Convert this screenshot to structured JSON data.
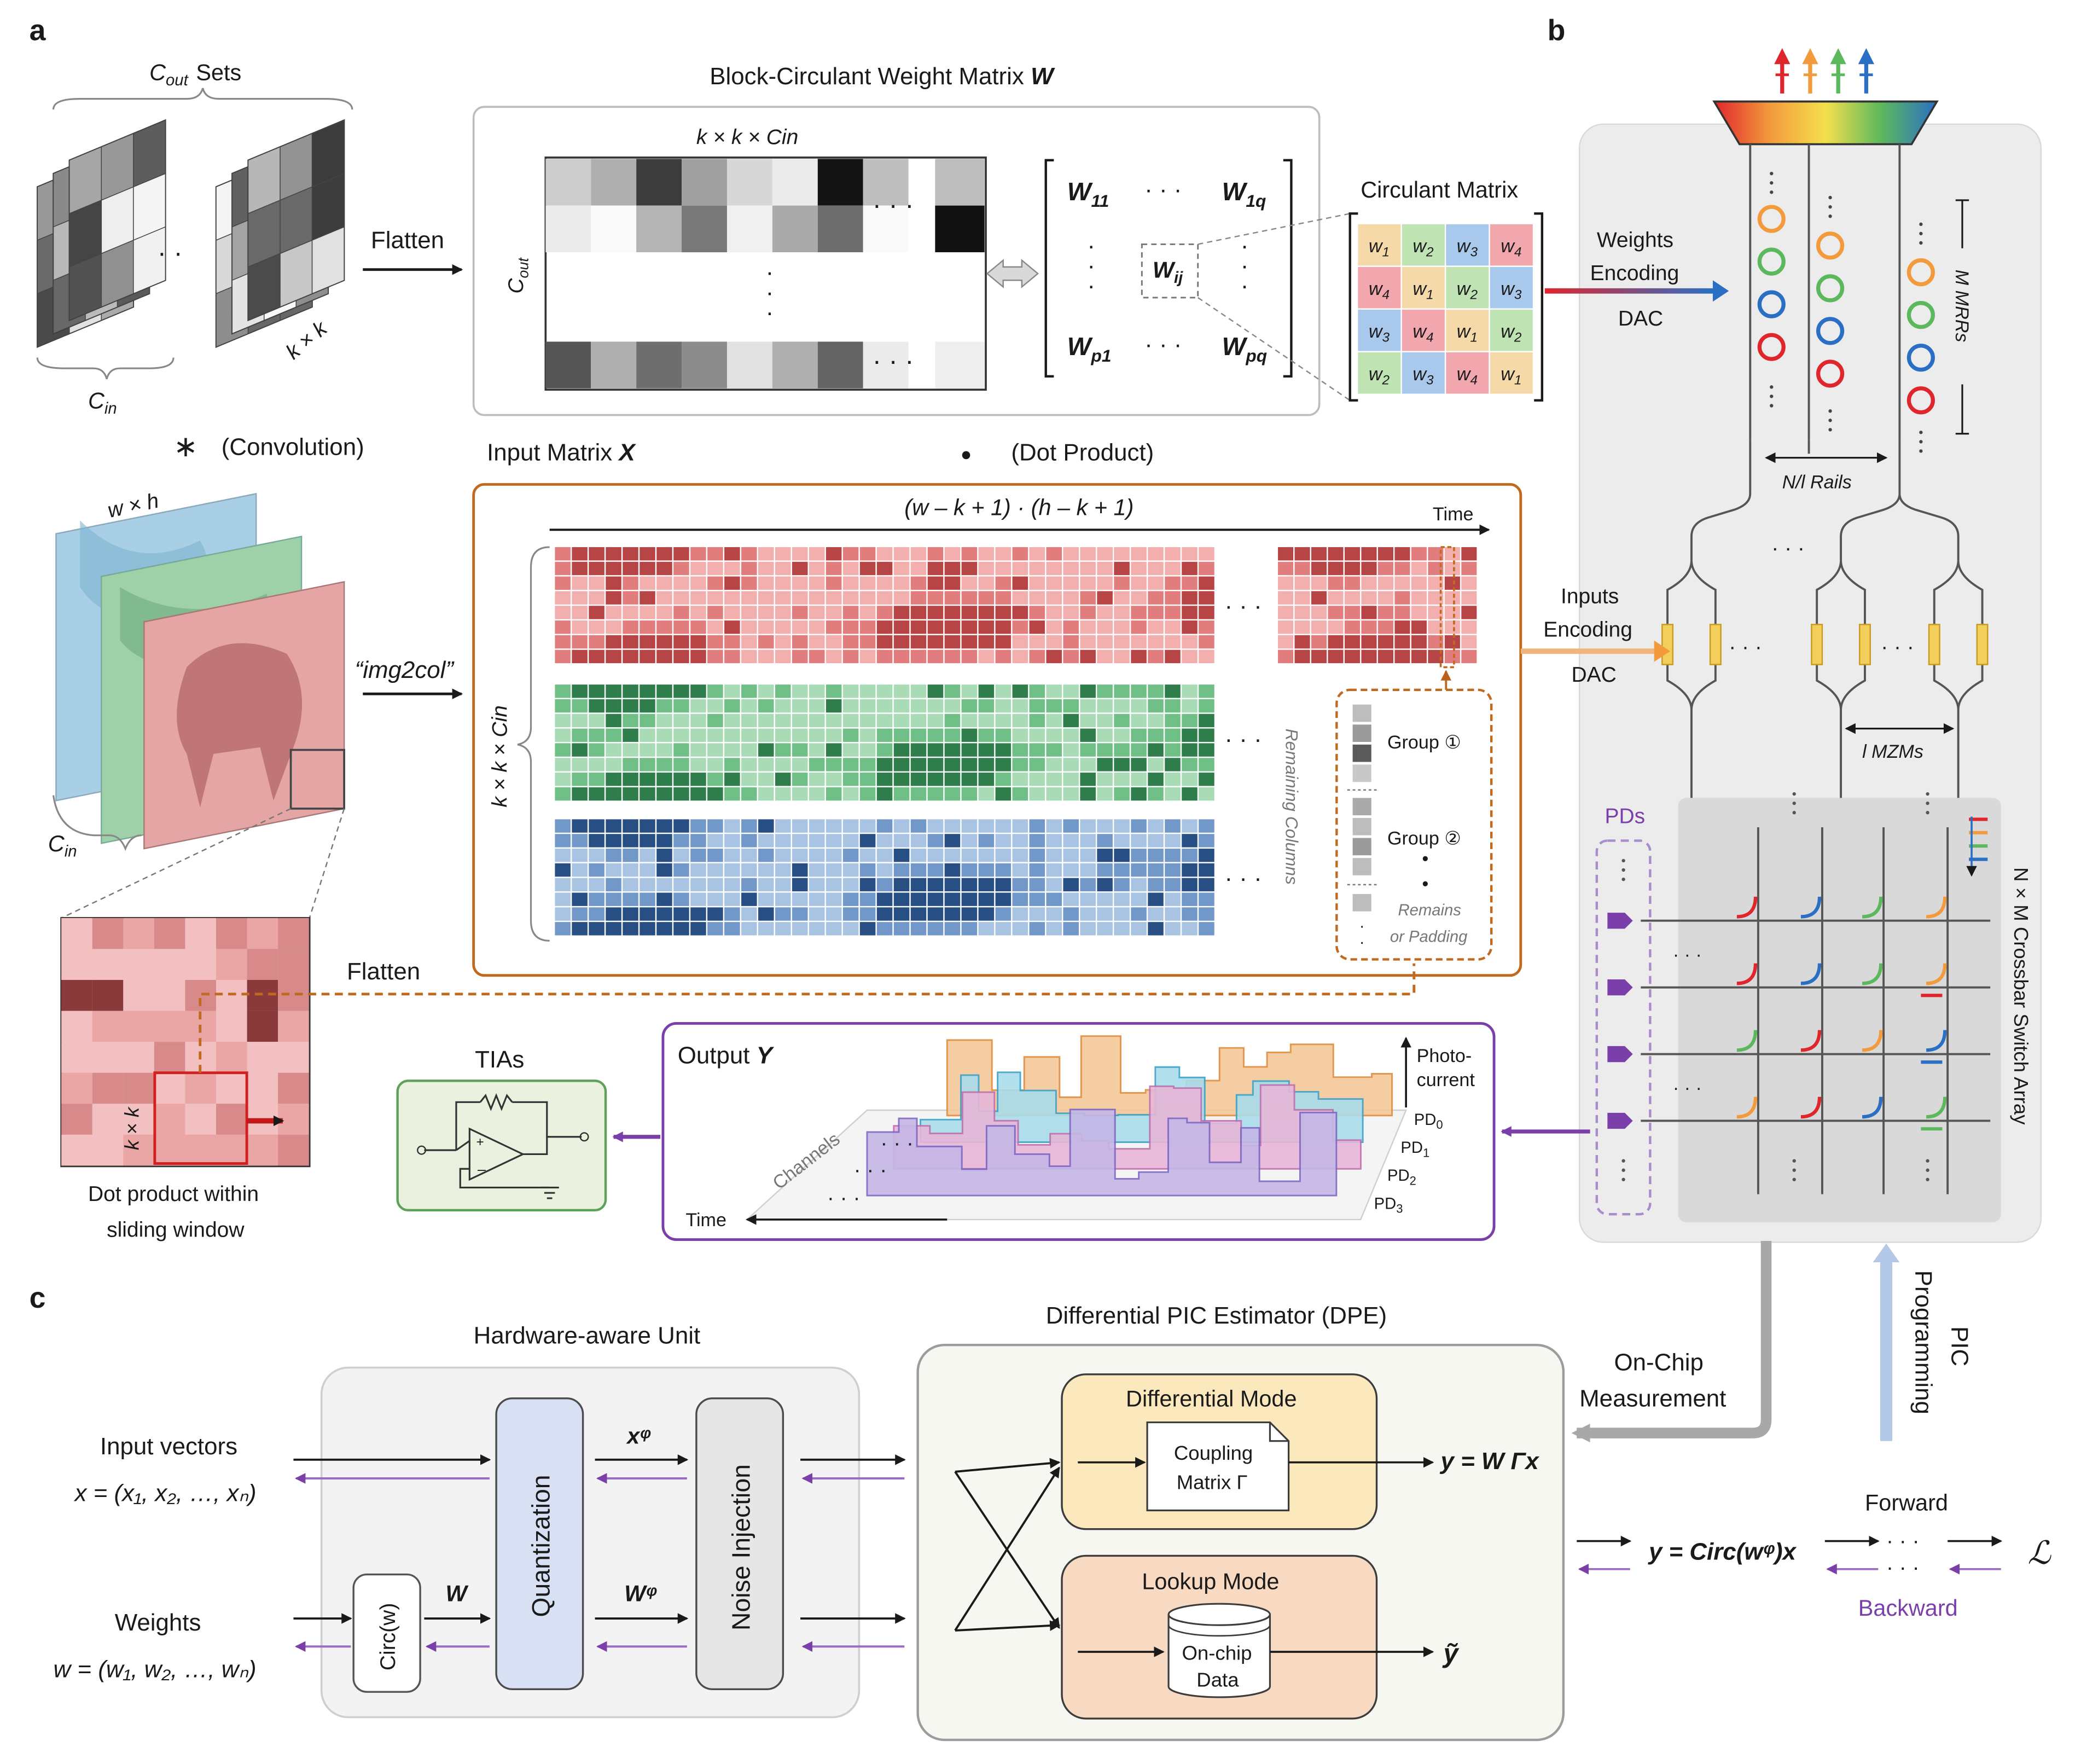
{
  "panel_labels": {
    "a": "a",
    "b": "b",
    "c": "c"
  },
  "panel_a": {
    "cout_sets": "C",
    "cout_sets_sub": "out",
    "cout_sets_suffix": "Sets",
    "cin_label": "C",
    "cin_sub": "in",
    "kxk_label": "k × k",
    "flatten_label": "Flatten",
    "weight_matrix_title": "Block-Circulant Weight Matrix",
    "weight_matrix_symbol": "W",
    "kkcin_label": "k × k × Cin",
    "cout_vertical": "C",
    "cout_vertical_sub": "out",
    "block_entries": {
      "w11": "W",
      "w11_sub": "11",
      "w1q": "W",
      "w1q_sub": "1q",
      "wij": "W",
      "wij_sub": "ij",
      "wp1": "W",
      "wp1_sub": "p1",
      "wpq": "W",
      "wpq_sub": "pq"
    },
    "circulant_title": "Circulant Matrix",
    "circulant_rows": [
      [
        {
          "t": "w",
          "s": "1",
          "c": "#f6d9a8"
        },
        {
          "t": "w",
          "s": "2",
          "c": "#bfe3b3"
        },
        {
          "t": "w",
          "s": "3",
          "c": "#a9c9ec"
        },
        {
          "t": "w",
          "s": "4",
          "c": "#f1a7ad"
        }
      ],
      [
        {
          "t": "w",
          "s": "4",
          "c": "#f1a7ad"
        },
        {
          "t": "w",
          "s": "1",
          "c": "#f6d9a8"
        },
        {
          "t": "w",
          "s": "2",
          "c": "#bfe3b3"
        },
        {
          "t": "w",
          "s": "3",
          "c": "#a9c9ec"
        }
      ],
      [
        {
          "t": "w",
          "s": "3",
          "c": "#a9c9ec"
        },
        {
          "t": "w",
          "s": "4",
          "c": "#f1a7ad"
        },
        {
          "t": "w",
          "s": "1",
          "c": "#f6d9a8"
        },
        {
          "t": "w",
          "s": "2",
          "c": "#bfe3b3"
        }
      ],
      [
        {
          "t": "w",
          "s": "2",
          "c": "#bfe3b3"
        },
        {
          "t": "w",
          "s": "3",
          "c": "#a9c9ec"
        },
        {
          "t": "w",
          "s": "4",
          "c": "#f1a7ad"
        },
        {
          "t": "w",
          "s": "1",
          "c": "#f6d9a8"
        }
      ]
    ],
    "convolution_symbol": "∗",
    "convolution_label": "(Convolution)",
    "input_matrix_title": "Input Matrix",
    "input_matrix_symbol": "X",
    "dot_symbol": "●",
    "dot_label": "(Dot Product)",
    "wxh_label": "w × h",
    "img2col_label": "“img2col”",
    "time_expr": "(w – k + 1) · (h – k + 1)",
    "time_label": "Time",
    "kkcin_vertical": "k × k × Cin",
    "remaining_columns": "Remaining Columns",
    "group1": "Group ①",
    "group2": "Group ②",
    "remains_line1": "Remains",
    "remains_line2": "or Padding",
    "flatten_label2": "Flatten",
    "kk_window": "k × k",
    "dot_window_line1": "Dot product within",
    "dot_window_line2": "sliding window",
    "tias_label": "TIAs",
    "output_title": "Output",
    "output_symbol": "Y",
    "photocurrent_line1": "Photo-",
    "photocurrent_line2": "current",
    "channels_label": "Channels",
    "time_axis_label": "Time",
    "pd_labels": [
      {
        "t": "PD",
        "s": "0"
      },
      {
        "t": "PD",
        "s": "1"
      },
      {
        "t": "PD",
        "s": "2"
      },
      {
        "t": "PD",
        "s": "3"
      }
    ]
  },
  "panel_b": {
    "weights_line1": "Weights",
    "weights_line2": "Encoding",
    "weights_dac": "DAC",
    "m_mrrs": "M MRRs",
    "rails_label": "N/l Rails",
    "inputs_line1": "Inputs",
    "inputs_line2": "Encoding",
    "inputs_dac": "DAC",
    "mzms_label": "l MZMs",
    "pds_label": "PDs",
    "crossbar_label": "N × M Crossbar Switch Array",
    "colors": {
      "red": "#e0262d",
      "orange": "#f39a3c",
      "green": "#5cb85c",
      "blue": "#2b6fc4",
      "purple": "#7a3fa8"
    }
  },
  "panel_c": {
    "hw_unit_title": "Hardware-aware Unit",
    "dpe_title": "Differential PIC Estimator (DPE)",
    "input_vectors": "Input vectors",
    "input_expr": "x = (x₁, x₂, …, xₙ)",
    "weights_label": "Weights",
    "weights_expr": "w = (w₁, w₂, …, wₙ)",
    "circ_label": "Circ(w)",
    "w_arrow": "W",
    "quantization": "Quantization",
    "xq_label": "xᵠ",
    "wq_label": "Wᵠ",
    "noise_injection": "Noise Injection",
    "diff_mode": "Differential Mode",
    "coupling_line1": "Coupling",
    "coupling_line2": "Matrix Γ",
    "lookup_mode": "Lookup Mode",
    "onchip_line1": "On-chip",
    "onchip_line2": "Data",
    "y_expr": "y = W Γx",
    "y_tilde": "ỹ",
    "onchip_meas_line1": "On-Chip",
    "onchip_meas_line2": "Measurement",
    "pic_prog_line1": "PIC",
    "pic_prog_line2": "Programming",
    "circ_expr": "y = Circ(wᵠ)x",
    "forward": "Forward",
    "backward": "Backward",
    "loss": "ℒ"
  }
}
